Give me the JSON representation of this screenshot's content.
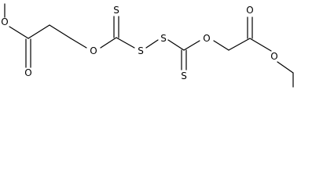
{
  "molecule": {
    "atoms": [
      {
        "id": "O1",
        "label": "O"
      },
      {
        "id": "O2",
        "label": "O"
      },
      {
        "id": "O3",
        "label": "O"
      },
      {
        "id": "S1",
        "label": "S"
      },
      {
        "id": "S2",
        "label": "S"
      },
      {
        "id": "S3",
        "label": "S"
      },
      {
        "id": "S4",
        "label": "S"
      },
      {
        "id": "O4",
        "label": "O"
      },
      {
        "id": "O5",
        "label": "O"
      },
      {
        "id": "O6",
        "label": "O"
      }
    ]
  }
}
